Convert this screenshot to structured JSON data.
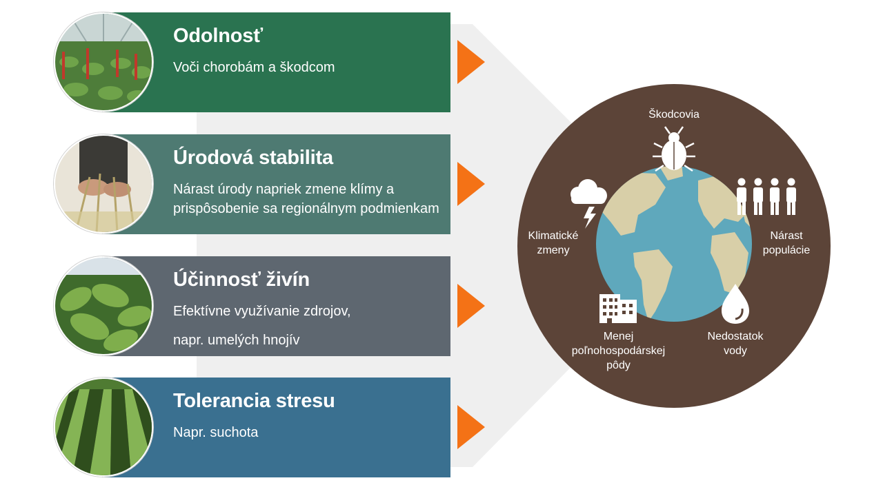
{
  "rows": [
    {
      "title": "Odolnosť",
      "description": "Voči chorobám a škodcom",
      "color": "#2a7350"
    },
    {
      "title": "Úrodová stabilita",
      "description": "Nárast úrody napriek zmene klímy a prispôsobenie sa regionálnym podmienkam",
      "color": "#4e7a72"
    },
    {
      "title": "Účinnosť živín",
      "description_line1": "Efektívne využívanie zdrojov,",
      "description_line2": "napr. umelých hnojív",
      "color": "#5e6770"
    },
    {
      "title": "Tolerancia stresu",
      "description": "Napr. suchota",
      "color": "#3a7090"
    }
  ],
  "globe": {
    "background_color": "#5c4438",
    "ocean_color": "#5fa8bc",
    "land_color": "#d8cfa8",
    "labels": {
      "pests": "Škodcovia",
      "climate_line1": "Klimatické",
      "climate_line2": "zmeny",
      "population_line1": "Nárast",
      "population_line2": "populácie",
      "land_line1": "Menej",
      "land_line2": "poľnohospodárskej",
      "land_line3": "pôdy",
      "water_line1": "Nedostatok",
      "water_line2": "vody"
    },
    "icons": [
      "beetle-icon",
      "storm-cloud-icon",
      "people-icon",
      "buildings-icon",
      "water-drop-icon"
    ]
  },
  "accent_color": "#f47216"
}
